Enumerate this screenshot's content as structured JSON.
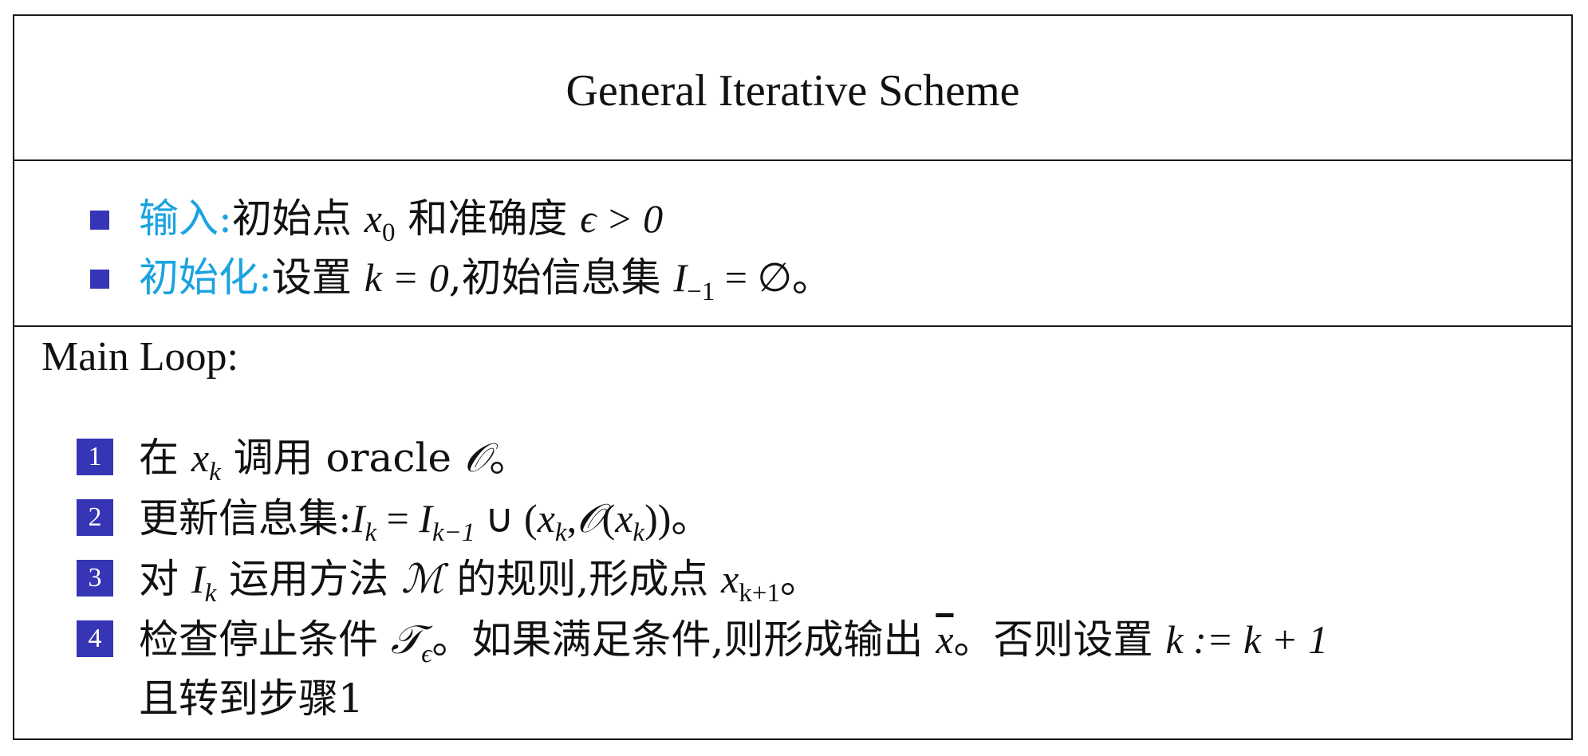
{
  "title": "General Iterative Scheme",
  "setup": [
    {
      "label": "输入:",
      "text_a": "初始点 ",
      "var_x": "x",
      "sub_0": "0",
      "text_b": " 和准确度 ",
      "eps_expr": "ϵ > 0"
    },
    {
      "label": "初始化:",
      "text_a": "设置 ",
      "k_expr": "k = 0",
      "text_b": ",初始信息集 ",
      "I": "I",
      "sub_m1": "−1",
      "eq_empty": " = ∅",
      "end": "。"
    }
  ],
  "main_loop_label": "Main Loop:",
  "steps": [
    {
      "num": "1",
      "text_a": "在 ",
      "x": "x",
      "sub_k": "k",
      "text_b": " 调用 oracle ",
      "O": "𝒪",
      "end": "。"
    },
    {
      "num": "2",
      "text_a": "更新信息集:",
      "I1": "I",
      "sub_k1": "k",
      "eq": " = ",
      "I2": "I",
      "sub_km1": "k−1",
      "union": " ∪ (",
      "x1": "x",
      "sub_k2": "k",
      "comma": ",",
      "O": "𝒪",
      "paren": "(",
      "x2": "x",
      "sub_k3": "k",
      "close": "))",
      "end": "。"
    },
    {
      "num": "3",
      "text_a": "对 ",
      "I": "I",
      "sub_k": "k",
      "text_b": " 运用方法 ",
      "M": "ℳ",
      "text_c": " 的规则,形成点 ",
      "x": "x",
      "sub_kp1": "k+1",
      "end": "。"
    },
    {
      "num": "4",
      "text_a": "检查停止条件 ",
      "T": "𝒯",
      "sub_eps": "ϵ",
      "text_b": "。如果满足条件,则形成输出 ",
      "xbar": "x",
      "text_c": "。否则设置 ",
      "assign": "k := k + 1",
      "line2": "且转到步骤1"
    }
  ]
}
